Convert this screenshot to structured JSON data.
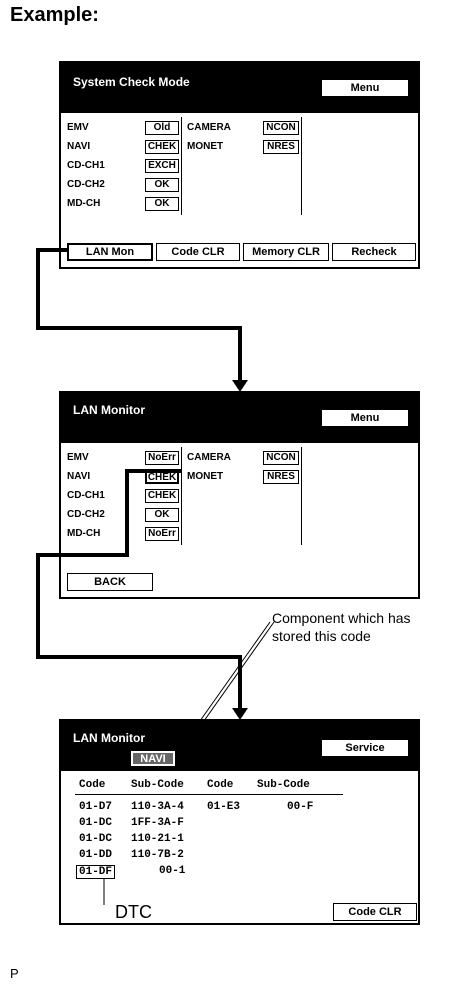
{
  "heading": "Example:",
  "screen1": {
    "title": "System Check Mode",
    "menu": "Menu",
    "left_items": [
      {
        "label": "EMV",
        "value": "Old"
      },
      {
        "label": "NAVI",
        "value": "CHEK"
      },
      {
        "label": "CD-CH1",
        "value": "EXCH"
      },
      {
        "label": "CD-CH2",
        "value": "OK"
      },
      {
        "label": "MD-CH",
        "value": "OK"
      }
    ],
    "right_items": [
      {
        "label": "CAMERA",
        "value": "NCON"
      },
      {
        "label": "MONET",
        "value": "NRES"
      }
    ],
    "buttons": [
      "LAN Mon",
      "Code CLR",
      "Memory CLR",
      "Recheck"
    ]
  },
  "screen2": {
    "title": "LAN Monitor",
    "menu": "Menu",
    "left_items": [
      {
        "label": "EMV",
        "value": "NoErr"
      },
      {
        "label": "NAVI",
        "value": "CHEK"
      },
      {
        "label": "CD-CH1",
        "value": "CHEK"
      },
      {
        "label": "CD-CH2",
        "value": "OK"
      },
      {
        "label": "MD-CH",
        "value": "NoErr"
      }
    ],
    "right_items": [
      {
        "label": "CAMERA",
        "value": "NCON"
      },
      {
        "label": "MONET",
        "value": "NRES"
      }
    ],
    "back": "BACK"
  },
  "screen3": {
    "title": "LAN Monitor",
    "component": "NAVI",
    "service": "Service",
    "headers": [
      "Code",
      "Sub-Code",
      "Code",
      "Sub-Code"
    ],
    "rows": [
      [
        "01-D7",
        "110-3A-4",
        "01-E3",
        "00-F"
      ],
      [
        "01-DC",
        "1FF-3A-F",
        "",
        ""
      ],
      [
        "01-DC",
        "110-21-1",
        "",
        ""
      ],
      [
        "01-DD",
        "110-7B-2",
        "",
        ""
      ],
      [
        "01-DF",
        "00-1",
        "",
        ""
      ]
    ],
    "code_clr": "Code CLR"
  },
  "annotation_component": [
    "Component which has",
    "stored this code"
  ],
  "annotation_dtc": "DTC",
  "footer": "P"
}
